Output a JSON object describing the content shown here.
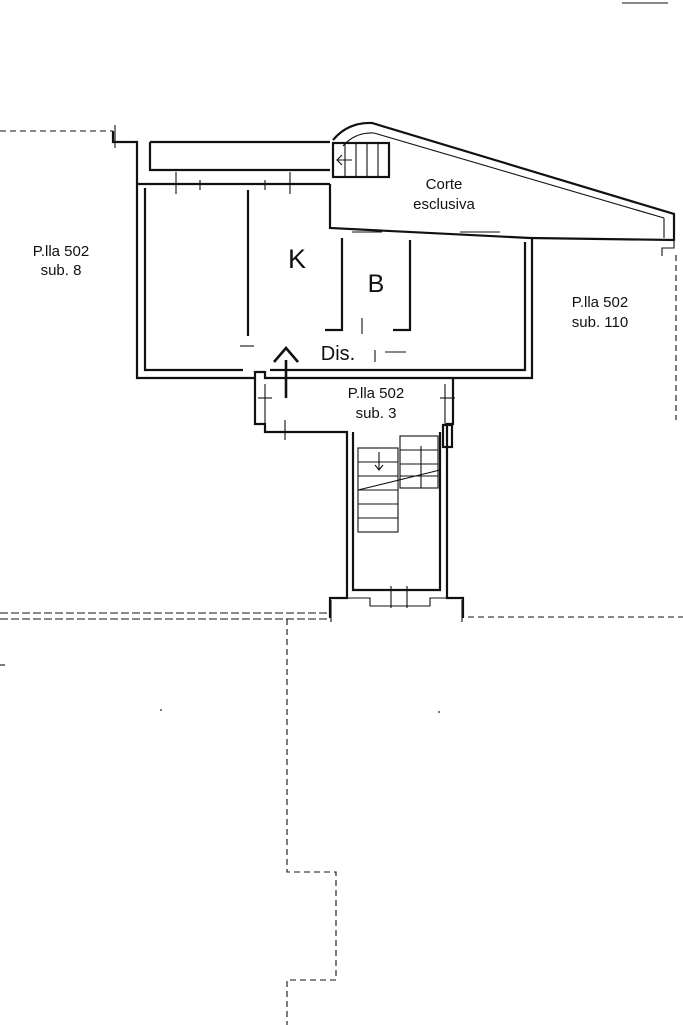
{
  "labels": {
    "corte_line1": "Corte",
    "corte_line2": "esclusiva",
    "kitchen": "K",
    "bath": "B",
    "dis": "Dis.",
    "left_parcel_line1": "P.lla 502",
    "left_parcel_line2": "sub. 8",
    "right_parcel_line1": "P.lla 502",
    "right_parcel_line2": "sub. 110",
    "center_parcel_line1": "P.lla 502",
    "center_parcel_line2": "sub. 3"
  }
}
